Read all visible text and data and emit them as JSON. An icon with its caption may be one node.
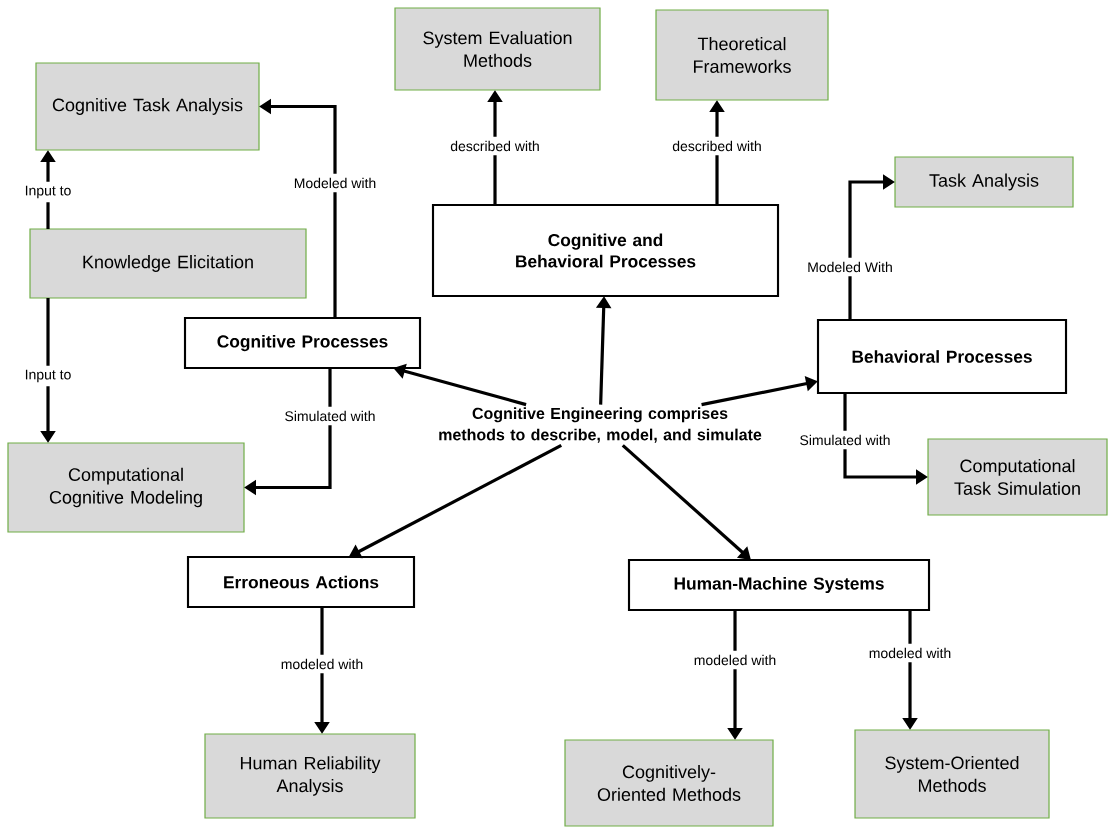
{
  "diagram": {
    "nodes": [
      {
        "text": [
          "Cognitive Engineering comprises methods to describe, model, and simulate"
        ]
      },
      {
        "text": [
          "Cognitive and Behavioral Processes"
        ]
      },
      {
        "text": [
          "System Evaluation Methods"
        ]
      },
      {
        "text": [
          "Theoretical Frameworks"
        ]
      },
      {
        "text": [
          "Cognitive Processes"
        ]
      },
      {
        "text": [
          "Cognitive Task Analysis"
        ]
      },
      {
        "text": [
          "Knowledge Elicitation"
        ]
      },
      {
        "text": [
          "Computational Cognitive Modeling"
        ]
      },
      {
        "text": [
          "Behavioral Processes"
        ]
      },
      {
        "text": [
          "Task Analysis"
        ]
      },
      {
        "text": [
          "Computational Task Simulation"
        ]
      },
      {
        "text": [
          "Erroneous Actions"
        ]
      },
      {
        "text": [
          "Human-Machine Systems"
        ]
      },
      {
        "text": [
          "Human Reliability Analysis"
        ]
      },
      {
        "text": [
          "Cognitively-Oriented Methods"
        ]
      },
      {
        "text": [
          "System-Oriented Methods"
        ]
      }
    ],
    "edges": [
      {
        "from": 0,
        "to": 1,
        "arrow": "to"
      },
      {
        "from": 0,
        "to": 4,
        "arrow": "to"
      },
      {
        "from": 0,
        "to": 8,
        "arrow": "to"
      },
      {
        "from": 0,
        "to": 11,
        "arrow": "to"
      },
      {
        "from": 0,
        "to": 12,
        "arrow": "to"
      },
      {
        "from": 1,
        "to": 2,
        "arrow": "to",
        "label": "described with"
      },
      {
        "from": 1,
        "to": 3,
        "arrow": "to",
        "label": "described with"
      },
      {
        "from": 4,
        "to": 5,
        "arrow": "to",
        "label": "Modeled with"
      },
      {
        "from": 4,
        "to": 7,
        "arrow": "to",
        "label": "Simulated with"
      },
      {
        "from": 6,
        "to": 5,
        "arrow": "to",
        "label": "Input to"
      },
      {
        "from": 6,
        "to": 7,
        "arrow": "to",
        "label": "Input to"
      },
      {
        "from": 8,
        "to": 9,
        "arrow": "to",
        "label": "Modeled With"
      },
      {
        "from": 8,
        "to": 10,
        "arrow": "to",
        "label": "Simulated with"
      },
      {
        "from": 11,
        "to": 13,
        "arrow": "to",
        "label": "modeled with"
      },
      {
        "from": 12,
        "to": 14,
        "arrow": "to",
        "label": "modeled with"
      },
      {
        "from": 12,
        "to": 15,
        "arrow": "to",
        "label": "modeled with"
      }
    ]
  }
}
